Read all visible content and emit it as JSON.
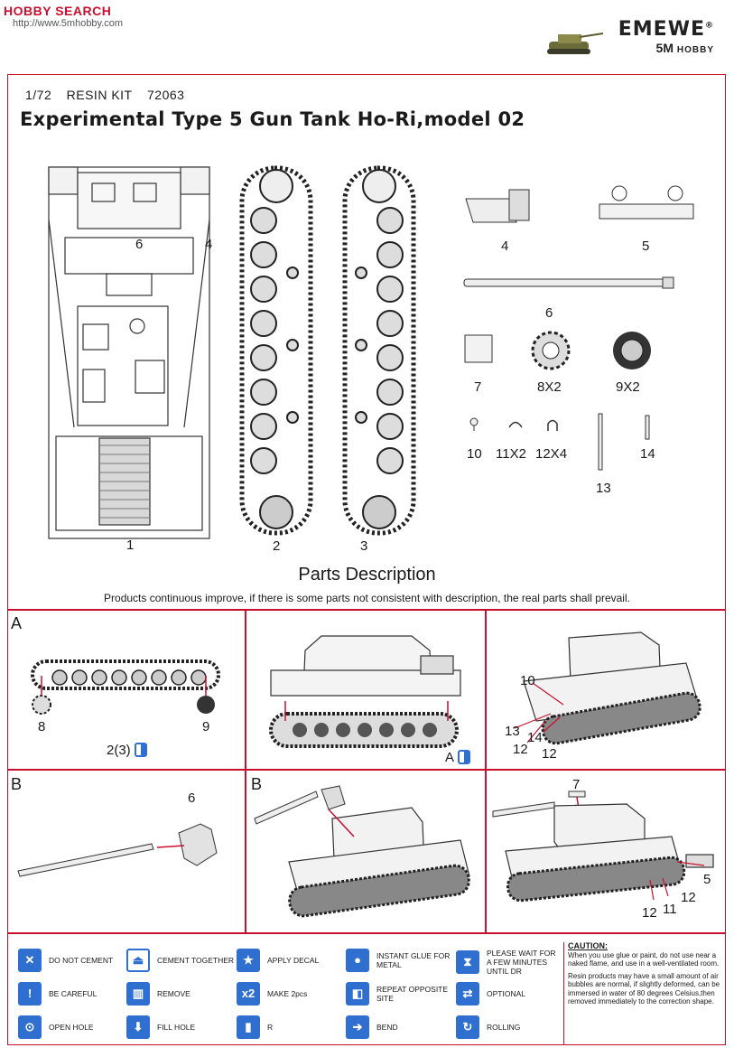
{
  "header": {
    "watermark": "HOBBY SEARCH",
    "url": "http://www.5mhobby.com",
    "brand_top": "EMEWE",
    "brand_reg": "®",
    "brand_bottom": "5M",
    "brand_bottom_small": "HOBBY"
  },
  "kit": {
    "scale": "1/72",
    "material": "RESIN KIT",
    "number": "72063",
    "title": "Experimental Type 5 Gun Tank Ho-Ri,model 02"
  },
  "parts": {
    "hull_top": "1",
    "track_left": "2",
    "track_right": "3",
    "hull_side_six": "6",
    "hull_side_four": "4",
    "p4": "4",
    "p5": "5",
    "p6": "6",
    "p7": "7",
    "p8": "8X2",
    "p9": "9X2",
    "p10": "10",
    "p11": "11X2",
    "p12": "12X4",
    "p13": "13",
    "p14": "14"
  },
  "parts_description": {
    "title": "Parts Description",
    "note": "Products continuous improve, if there is some parts not consistent with description, the real parts shall prevail."
  },
  "steps": {
    "a1": {
      "step": "A",
      "sprocket": "8",
      "idler": "9",
      "track_ref": "2(3)"
    },
    "a2": {
      "step_ref": "A"
    },
    "a3": {
      "c10": "10",
      "c13": "13",
      "c14": "14",
      "c12a": "12",
      "c12b": "12"
    },
    "b1": {
      "step": "B",
      "part": "6"
    },
    "b2": {
      "step": "B"
    },
    "b3": {
      "c7": "7",
      "c5": "5",
      "c12a": "12",
      "c12b": "12",
      "c11": "11"
    }
  },
  "legend": [
    {
      "icon": "do-not-cement-icon",
      "glyph": "✕",
      "label": "DO NOT CEMENT"
    },
    {
      "icon": "cement-together-icon",
      "glyph": "⏏",
      "label": "CEMENT TOGETHER"
    },
    {
      "icon": "apply-decal-icon",
      "glyph": "★",
      "label": "APPLY DECAL"
    },
    {
      "icon": "instant-glue-icon",
      "glyph": "●",
      "label": "INSTANT GLUE FOR METAL"
    },
    {
      "icon": "please-wait-icon",
      "glyph": "⧗",
      "label": "PLEASE WAIT FOR A FEW MINUTES UNTIL DR"
    },
    {
      "icon": "be-careful-icon",
      "glyph": "!",
      "label": "BE CAREFUL"
    },
    {
      "icon": "remove-icon",
      "glyph": "▥",
      "label": "REMOVE"
    },
    {
      "icon": "make-two-icon",
      "glyph": "x2",
      "label": "MAKE 2pcs"
    },
    {
      "icon": "repeat-opposite-icon",
      "glyph": "◧",
      "label": "REPEAT OPPOSITE SITE"
    },
    {
      "icon": "optional-icon",
      "glyph": "⇄",
      "label": "OPTIONAL"
    },
    {
      "icon": "open-hole-icon",
      "glyph": "⊙",
      "label": "OPEN HOLE"
    },
    {
      "icon": "fill-hole-icon",
      "glyph": "⬇",
      "label": "FILL HOLE"
    },
    {
      "icon": "r-icon",
      "glyph": "▮",
      "label": "R"
    },
    {
      "icon": "bend-icon",
      "glyph": "➔",
      "label": "BEND"
    },
    {
      "icon": "rolling-icon",
      "glyph": "↻",
      "label": "ROLLING"
    }
  ],
  "caution": {
    "title": "CAUTION:",
    "p1": "When you use glue or paint, do not use near a naked flame, and use in a well-ventilated room.",
    "p2": "Resin products may have a small amount of air bubbles are normal, if slightly deformed, can be immersed in water of 80 degrees Celsius,then removed immediately to the correction shape."
  },
  "colors": {
    "frame": "#c8102e",
    "icon_blue": "#2f6fd0"
  }
}
